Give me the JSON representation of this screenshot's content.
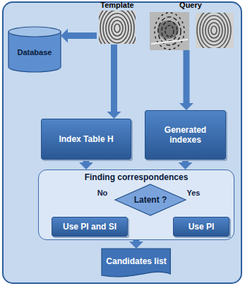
{
  "diagram": {
    "nodes": [
      {
        "text": [
          "Template"
        ]
      },
      {
        "text": [
          "Query"
        ]
      },
      {
        "text": [
          "Database"
        ]
      },
      {
        "text": [
          "Index Table H"
        ]
      },
      {
        "text": [
          "Generated indexes"
        ]
      },
      {
        "text": [
          "Finding correspondences"
        ]
      },
      {
        "text": [
          "Latent ?"
        ],
        "in": 5
      },
      {
        "text": [
          "Use PI and SI"
        ],
        "in": 5
      },
      {
        "text": [
          "Use PI"
        ],
        "in": 5
      },
      {
        "text": [
          "Candidates list"
        ]
      }
    ],
    "edges": [
      {
        "from": 0,
        "to": 2,
        "arrow": "to"
      },
      {
        "from": 0,
        "to": 3,
        "arrow": "to"
      },
      {
        "from": 1,
        "to": 4,
        "arrow": "to"
      },
      {
        "from": 3,
        "to": 5,
        "arrow": "to"
      },
      {
        "from": 4,
        "to": 5,
        "arrow": "to"
      },
      {
        "from": 6,
        "to": 7,
        "label": "No",
        "arrow": "to"
      },
      {
        "from": 6,
        "to": 8,
        "label": "Yes",
        "arrow": "to"
      },
      {
        "from": 5,
        "to": 9,
        "arrow": "to"
      }
    ]
  }
}
